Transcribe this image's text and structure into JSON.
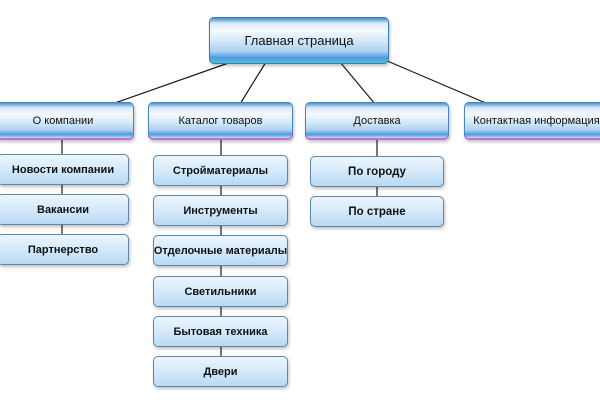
{
  "diagram": {
    "root": {
      "label": "Главная страница"
    },
    "categories": [
      {
        "label": "О компании",
        "items": [
          "Новости компании",
          "Вакансии",
          "Партнерство"
        ]
      },
      {
        "label": "Каталог товаров",
        "items": [
          "Стройматериалы",
          "Инструменты",
          "Отделочные материалы",
          "Светильники",
          "Бытовая техника",
          "Двери"
        ]
      },
      {
        "label": "Доставка",
        "items": [
          "По городу",
          "По стране"
        ]
      },
      {
        "label": "Контактная информация",
        "items": []
      }
    ]
  },
  "colors": {
    "connector": "#1a1a1a",
    "node_border": "#5d88a8",
    "category_underline": "#c56fd6",
    "text": "#111111"
  }
}
